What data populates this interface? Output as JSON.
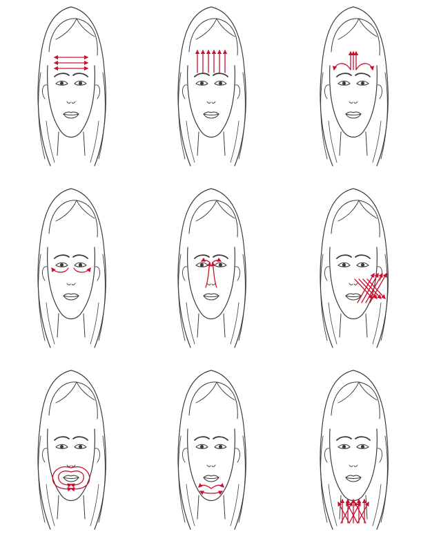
{
  "colors": {
    "line": "#3a3a3a",
    "arrow": "#c8102e",
    "background": "#ffffff"
  },
  "panels": [
    {
      "id": "forehead-horizontal",
      "row": 0,
      "col": 0,
      "icon": "face-forehead-horizontal-arrows"
    },
    {
      "id": "forehead-vertical",
      "row": 0,
      "col": 1,
      "icon": "face-forehead-upward-arrows"
    },
    {
      "id": "brow-arches",
      "row": 0,
      "col": 2,
      "icon": "face-brow-arch-arrows"
    },
    {
      "id": "under-eye",
      "row": 1,
      "col": 0,
      "icon": "face-under-eye-arcs"
    },
    {
      "id": "nose",
      "row": 1,
      "col": 1,
      "icon": "face-nose-arrows"
    },
    {
      "id": "cheek-crosshatch",
      "row": 1,
      "col": 2,
      "icon": "face-cheek-crosshatch"
    },
    {
      "id": "mouth-circular",
      "row": 2,
      "col": 0,
      "icon": "face-mouth-circular-arrows"
    },
    {
      "id": "chin",
      "row": 2,
      "col": 1,
      "icon": "face-chin-arrows"
    },
    {
      "id": "neck-crosshatch",
      "row": 2,
      "col": 2,
      "icon": "face-neck-crosshatch"
    }
  ]
}
